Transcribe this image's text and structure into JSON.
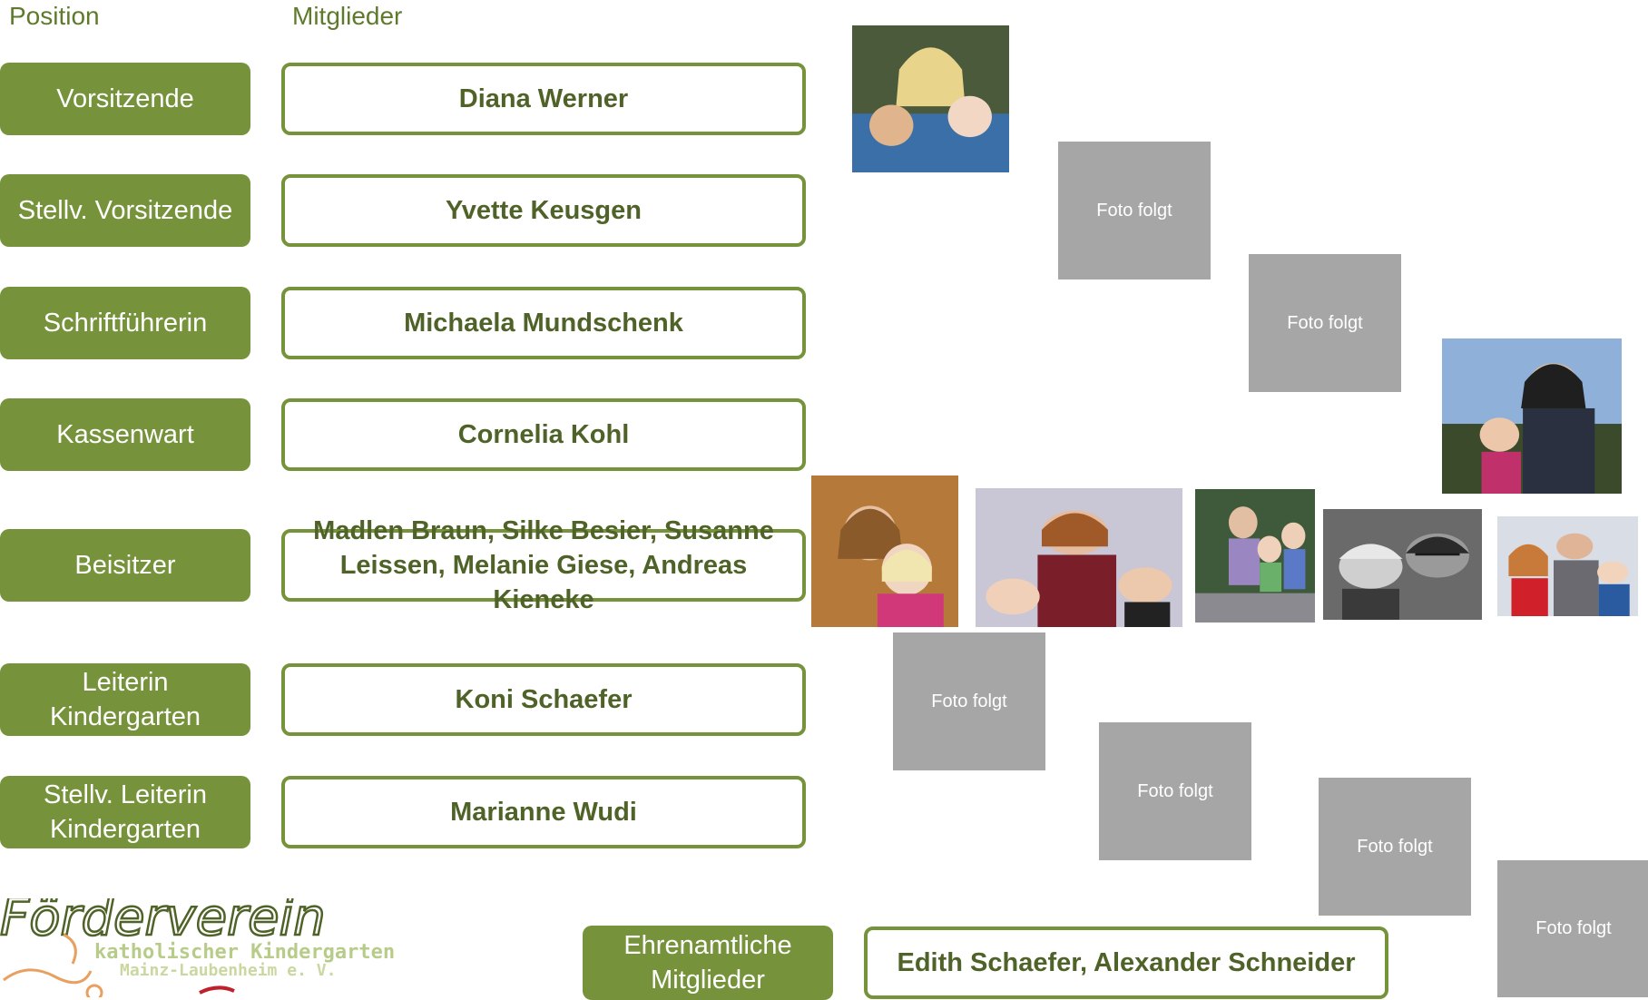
{
  "headers": {
    "position": "Position",
    "members": "Mitglieder"
  },
  "rows": [
    {
      "position": "Vorsitzende",
      "member": "Diana Werner"
    },
    {
      "position": "Stellv. Vorsitzende",
      "member": "Yvette Keusgen"
    },
    {
      "position": "Schriftführerin",
      "member": "Michaela Mundschenk"
    },
    {
      "position": "Kassenwart",
      "member": "Cornelia Kohl"
    },
    {
      "position": "Beisitzer",
      "member": "Madlen Braun, Silke Besier, Susanne Leissen, Melanie Giese, Andreas Kieneke"
    },
    {
      "position": "Leiterin Kindergarten",
      "member": "Koni Schaefer"
    },
    {
      "position": "Stellv. Leiterin Kindergarten",
      "member": "Marianne Wudi"
    }
  ],
  "honorary": {
    "position": "Ehrenamtliche Mitglieder",
    "member": "Edith Schaefer, Alexander Schneider"
  },
  "placeholder_text": "Foto folgt",
  "logo": {
    "title": "Förderverein",
    "line1": "katholischer Kindergarten",
    "line2": "Mainz-Laubenheim e. V."
  },
  "colors": {
    "accent": "#76933c",
    "member_text": "#4f6228",
    "placeholder": "#a6a6a6"
  }
}
